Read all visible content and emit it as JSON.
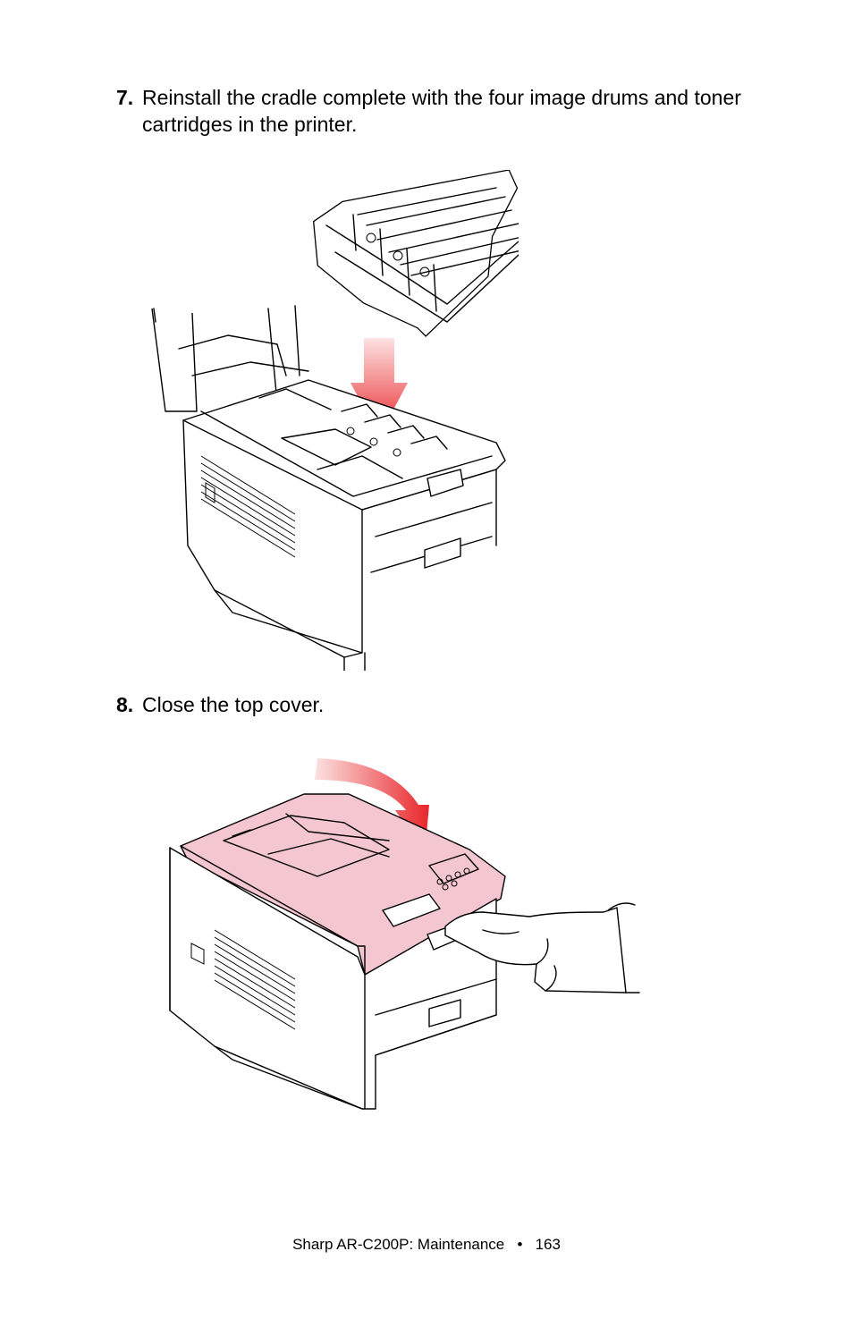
{
  "steps": [
    {
      "number": "7.",
      "text": "Reinstall the cradle complete with the four image drums and toner cartridges in the printer."
    },
    {
      "number": "8.",
      "text": "Close the top cover."
    }
  ],
  "footer": {
    "text": "Sharp AR-C200P: Maintenance",
    "separator": "•",
    "page_number": "163"
  },
  "colors": {
    "arrow_red": "#e8262a",
    "cover_pink": "#f4c6d0"
  }
}
